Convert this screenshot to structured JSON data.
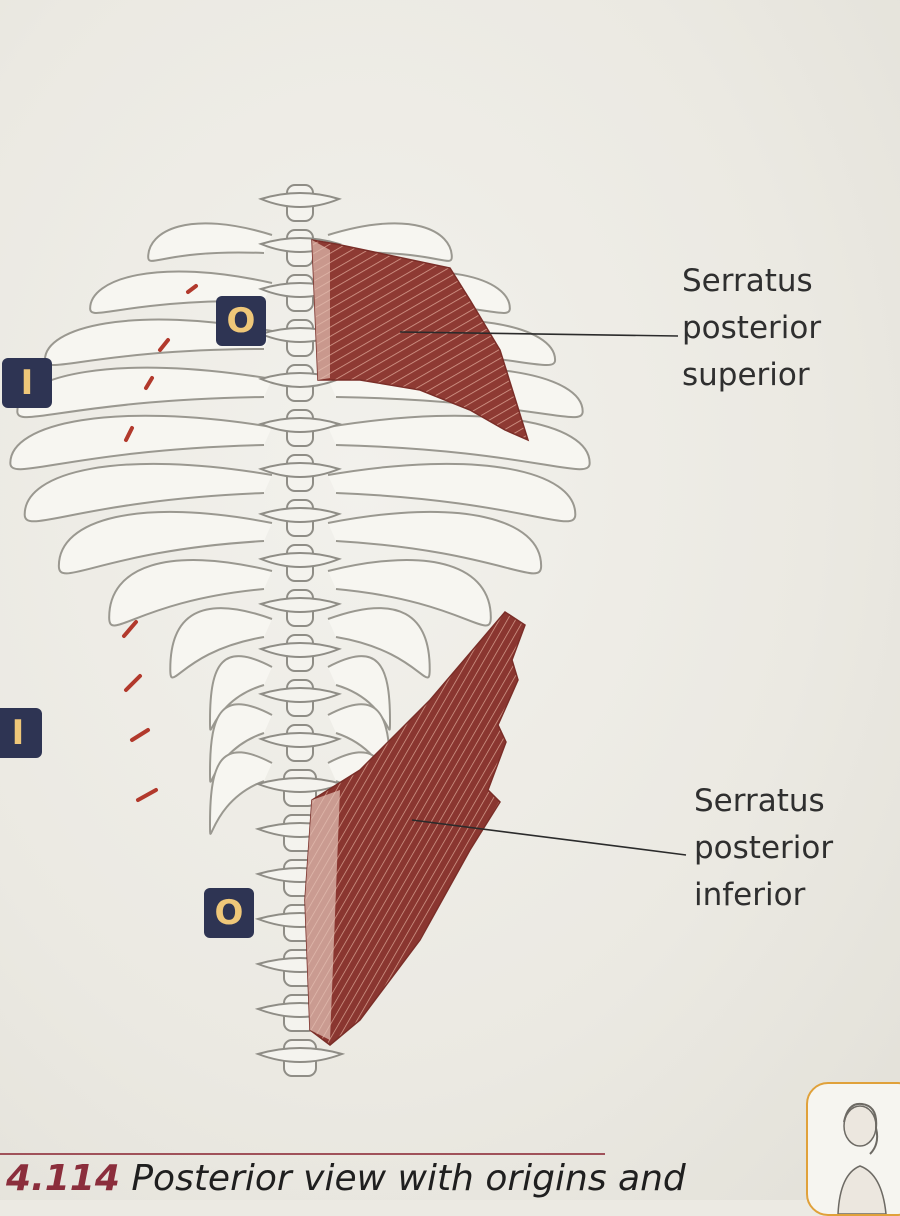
{
  "labels": {
    "superior": [
      "Serratus",
      "posterior",
      "superior"
    ],
    "inferior": [
      "Serratus",
      "posterior",
      "inferior"
    ]
  },
  "badges": {
    "origin": "O",
    "insertion": "I"
  },
  "caption": {
    "number": "4.114",
    "text": "Posterior view with origins and"
  },
  "colors": {
    "muscle": "#8e3a33",
    "muscle_light": "#c98a7c",
    "badge_bg": "#2e3453",
    "badge_text": "#efc779",
    "caption_accent": "#8b2e3c",
    "thumbnail_border": "#e0a13a"
  }
}
